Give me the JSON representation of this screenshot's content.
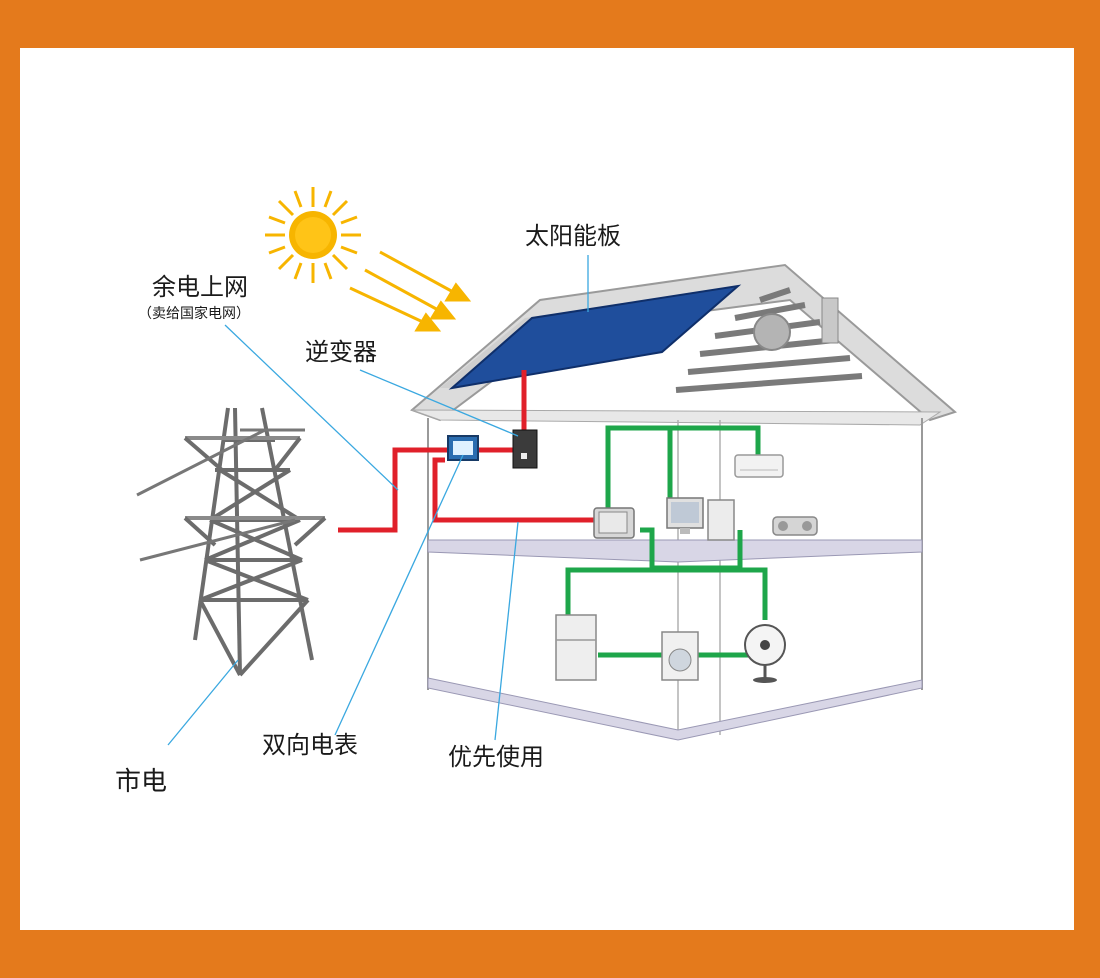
{
  "labels": {
    "solar_panel": "太阳能板",
    "surplus_to_grid": "余电上网",
    "surplus_note": "（卖给国家电网）",
    "inverter": "逆变器",
    "bidirectional_meter": "双向电表",
    "priority_use": "优先使用",
    "grid": "市电"
  },
  "colors": {
    "frame": "#e47a1c",
    "background": "#ffffff",
    "grid_wire": "#e0202a",
    "house_wire": "#1ea64a",
    "leader_line": "#3aa8e0",
    "panel_blue": "#1f4e9c",
    "sun": "#f7b500"
  }
}
